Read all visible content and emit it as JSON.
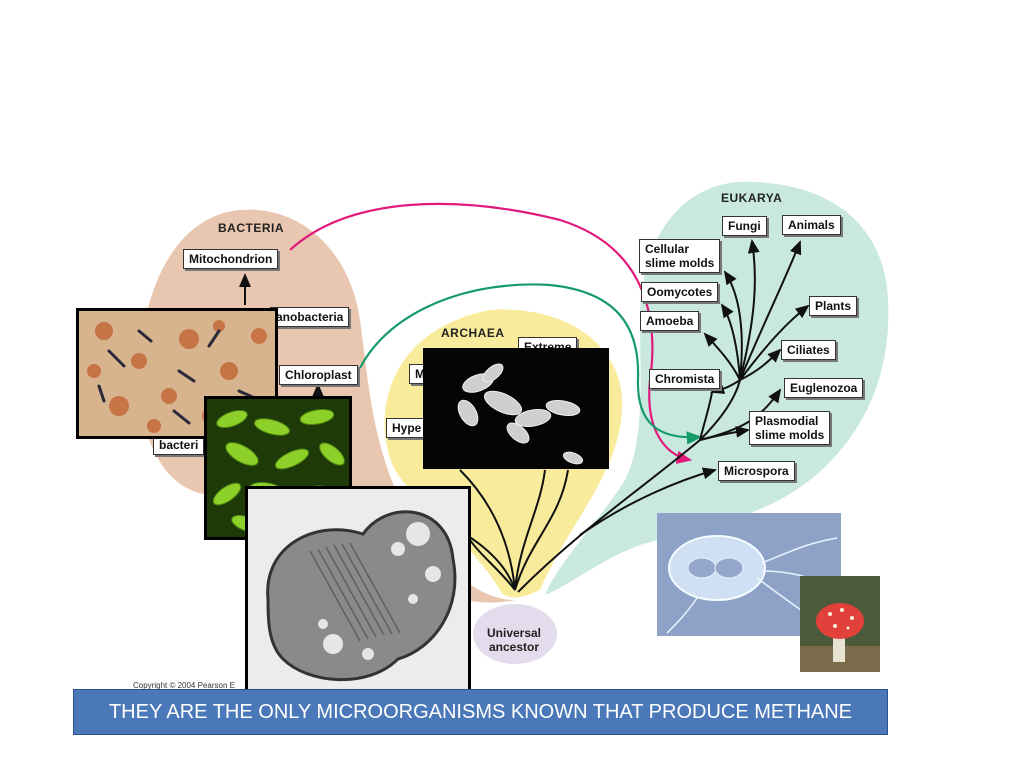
{
  "tree": {
    "domains": {
      "bacteria": "BACTERIA",
      "archaea": "ARCHAEA",
      "eukarya": "EUKARYA"
    },
    "bacteria_labels": {
      "mitochondrion": "Mitochondrion",
      "cyanobacteria": "anobacteria",
      "chloroplast": "Chloroplast",
      "bacteria_partial": "bacteri"
    },
    "archaea_labels": {
      "extreme": "Extreme",
      "m_partial": "M",
      "hyper_partial": "Hype"
    },
    "eukarya_labels": {
      "fungi": "Fungi",
      "animals": "Animals",
      "cellular_slime_molds": [
        "Cellular",
        "slime molds"
      ],
      "oomycotes": "Oomycotes",
      "plants": "Plants",
      "amoeba": "Amoeba",
      "ciliates": "Ciliates",
      "chromista": "Chromista",
      "euglenozoa": "Euglenozoa",
      "plasmodial_slime_molds": [
        "Plasmodial",
        "slime molds"
      ],
      "microspora": "Microspora"
    },
    "root": [
      "Universal",
      "ancestor"
    ],
    "copyright": "Copyright © 2004 Pearson E"
  },
  "caption": "THEY ARE THE ONLY MICROORGANISMS KNOWN THAT PRODUCE METHANE",
  "colors": {
    "bacteria_region": "#e9c6b0",
    "archaea_region": "#f8eb9c",
    "eukarya_region": "#c9e9e0",
    "mitochondrion_arrow": "#e0197a",
    "chloroplast_arrow": "#159a6a",
    "caption_bg": "#4a78b8"
  }
}
